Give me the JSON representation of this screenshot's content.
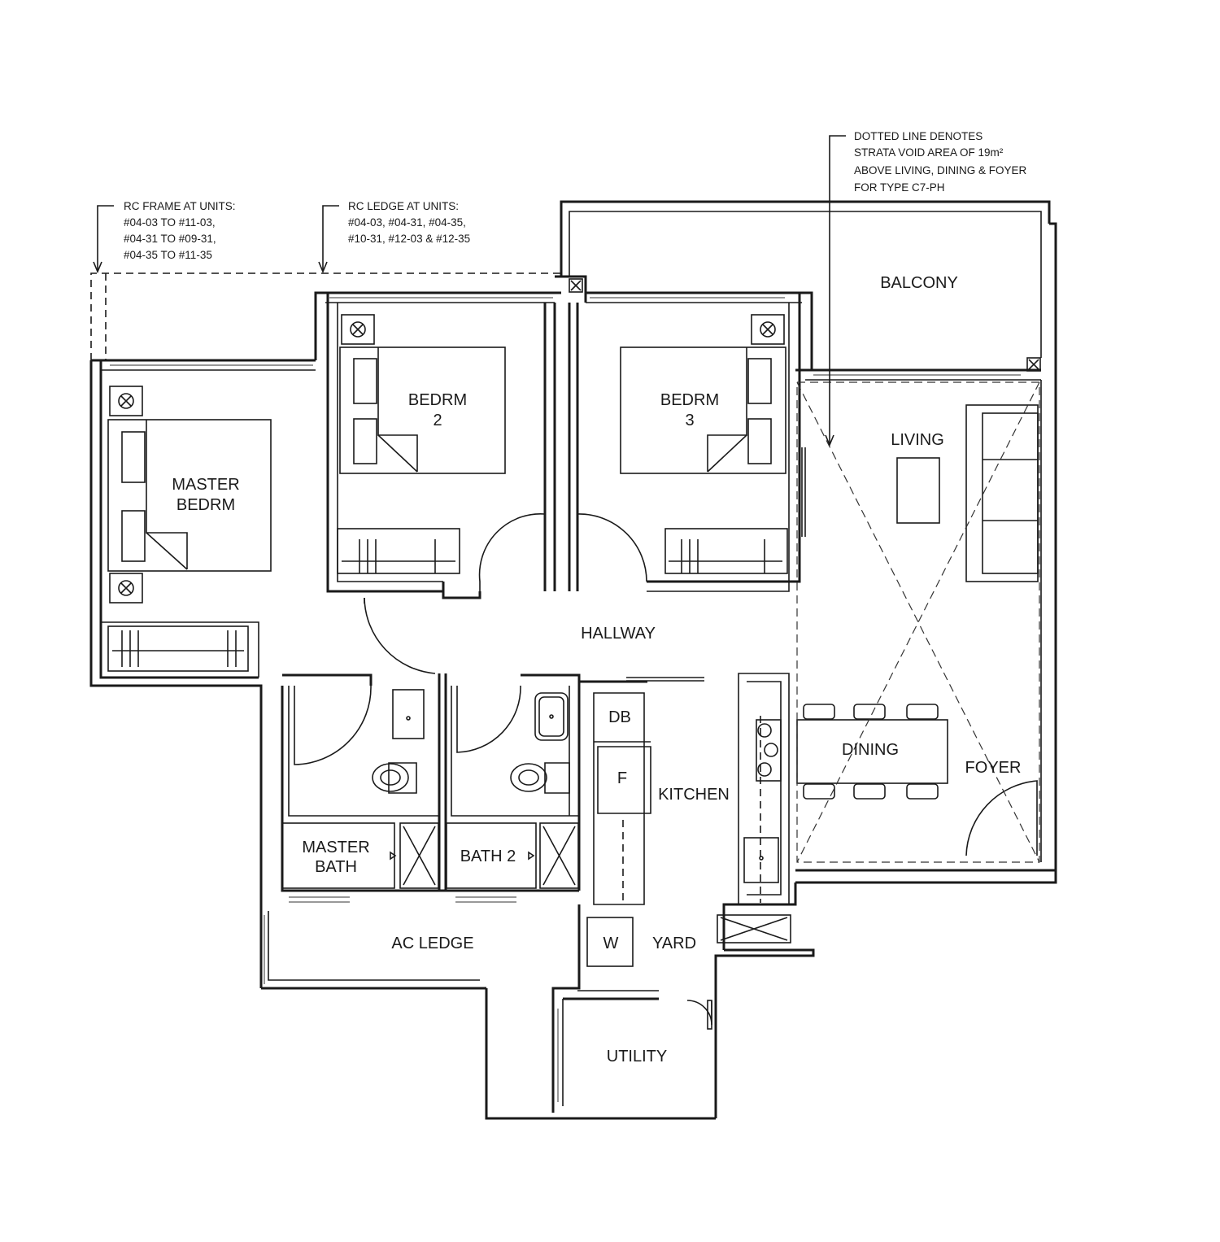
{
  "annotations": {
    "rc_frame": [
      "RC FRAME AT UNITS:",
      "#04-03 TO #11-03,",
      "#04-31 TO #09-31,",
      "#04-35 TO #11-35"
    ],
    "rc_ledge": [
      "RC LEDGE AT UNITS:",
      "#04-03, #04-31, #04-35,",
      "#10-31, #12-03 & #12-35"
    ],
    "void_note": [
      "DOTTED LINE DENOTES",
      "STRATA VOID AREA OF 19m²",
      "ABOVE LIVING, DINING & FOYER",
      "FOR TYPE C7-PH"
    ]
  },
  "rooms": {
    "balcony": "BALCONY",
    "bedroom2": [
      "BEDRM",
      "2"
    ],
    "bedroom3": [
      "BEDRM",
      "3"
    ],
    "living": "LIVING",
    "master_bedroom": [
      "MASTER",
      "BEDRM"
    ],
    "hallway": "HALLWAY",
    "db": "DB",
    "fridge": "F",
    "kitchen": "KITCHEN",
    "dining": "DINING",
    "foyer": "FOYER",
    "master_bath": [
      "MASTER",
      "BATH"
    ],
    "bath2": "BATH 2",
    "ac_ledge": "AC LEDGE",
    "washer": "W",
    "yard": "YARD",
    "utility": "UTILITY"
  }
}
